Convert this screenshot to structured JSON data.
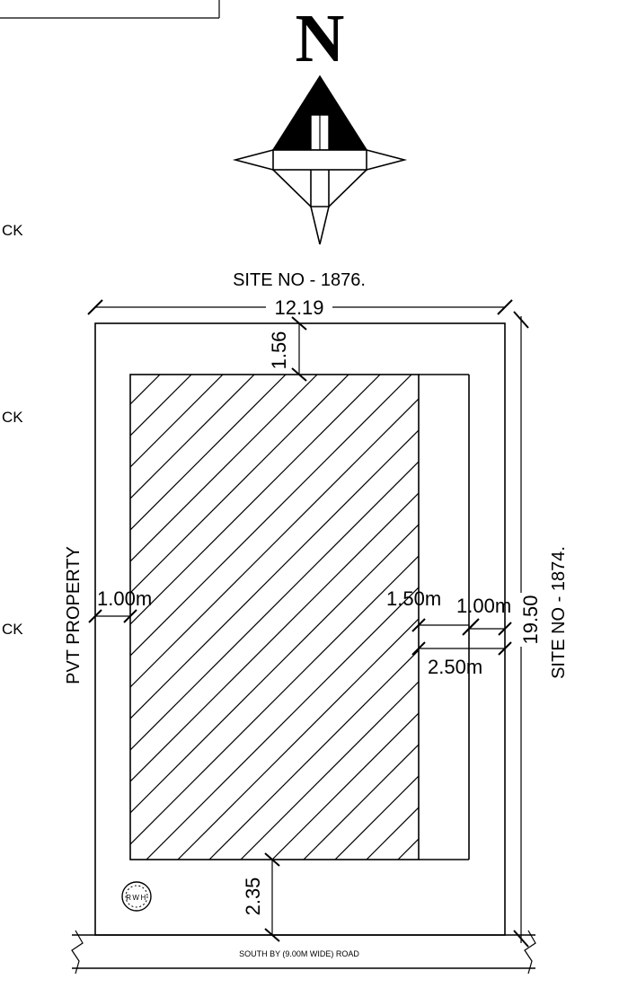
{
  "compass": {
    "letter": "N"
  },
  "edge_labels": {
    "left_partial": [
      "CK",
      "CK",
      "CK"
    ],
    "top": "SITE NO - 1876.",
    "right": "SITE NO - 1874.",
    "left": "PVT PROPERTY",
    "bottom": "SOUTH BY (9.00M WIDE) ROAD"
  },
  "dimensions": {
    "width": "12.19",
    "length": "19.50",
    "front_setback": "1.56",
    "rear_setback": "2.35",
    "left_setback": "1.00m",
    "right_setback": "1.50m",
    "right_inner": "1.00m",
    "right_total": "2.50m"
  },
  "rwh": {
    "label": "RWH"
  }
}
